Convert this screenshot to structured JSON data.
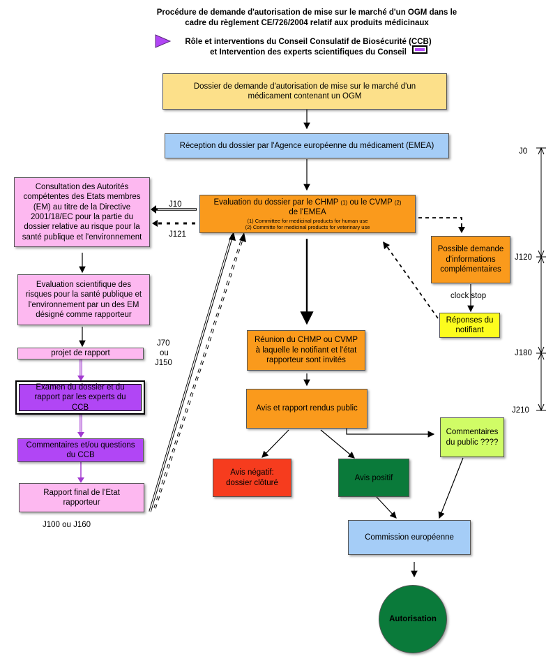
{
  "header": {
    "title_line1": "Procédure de demande d'autorisation de mise sur le marché d'un OGM  dans le",
    "title_line2": "cadre du règlement CE/726/2004 relatif aux produits médicinaux",
    "legend_line1": "Rôle et interventions du Conseil Consulatif de Biosécurité (CCB)",
    "legend_line2": "et Intervention des experts scientifiques du Conseil"
  },
  "boxes": {
    "dossier": "Dossier de demande d'autorisation de mise sur le marché d'un médicament contenant un OGM",
    "reception": "Réception du dossier par l'Agence européenne du médicament (EMEA)",
    "evaluation_a": "Evaluation du dossier par le CHMP",
    "evaluation_n1": "(1)",
    "evaluation_b": "ou le CVMP",
    "evaluation_n2": "(2)",
    "evaluation_c": "de l'EMEA",
    "evaluation_note1": "(1) Committee for medicinal products for human use",
    "evaluation_note2": "(2) Committe for medicinal products for veterinary use",
    "consultation": "Consultation des Autorités compétentes des Etats membres (EM) au titre de la Directive 2001/18/EC pour la partie du dossier relative au risque pour la santé publique et l'environnement",
    "eval_sci": "Evaluation scientifique des risques pour la santé publique et l'environnement par un des EM désigné comme rapporteur",
    "projet": "projet de rapport",
    "examen": "Examen du dossier et du rapport par les experts du CCB",
    "commentaires_ccb": "Commentaires et/ou questions du CCB",
    "rapport_final": "Rapport final de l'Etat rapporteur",
    "possible": "Possible demande d'informations complémentaires",
    "reponses": "Réponses du notifiant",
    "reunion": "Réunion du CHMP ou CVMP à laquelle le notifiant et l'état rapporteur sont invités",
    "avis_rapport": "Avis et rapport rendus public",
    "commentaires_public": "Commentaires du public ????",
    "avis_negatif": "Avis négatif: dossier clôturé",
    "avis_positif": "Avis positif",
    "commission": "Commission européenne",
    "autorisation": "Autorisation"
  },
  "labels": {
    "j10": "J10",
    "j121": "J121",
    "j70": "J70",
    "ou": "ou",
    "j150": "J150",
    "j100": "J100 ou J160",
    "clock_stop": "clock stop",
    "j0": "J0",
    "j120": "J120",
    "j180": "J180",
    "j210": "J210"
  },
  "colors": {
    "yellow_light": "#fce08a",
    "blue_light": "#a5cdf7",
    "orange": "#fa9a1c",
    "pink": "#fdb8f0",
    "purple": "#b146f5",
    "yellow": "#fcfc1e",
    "lime": "#d0fc66",
    "red": "#f63c1e",
    "green": "#0a7a3a",
    "purple_arrow": "#a23ad0"
  }
}
